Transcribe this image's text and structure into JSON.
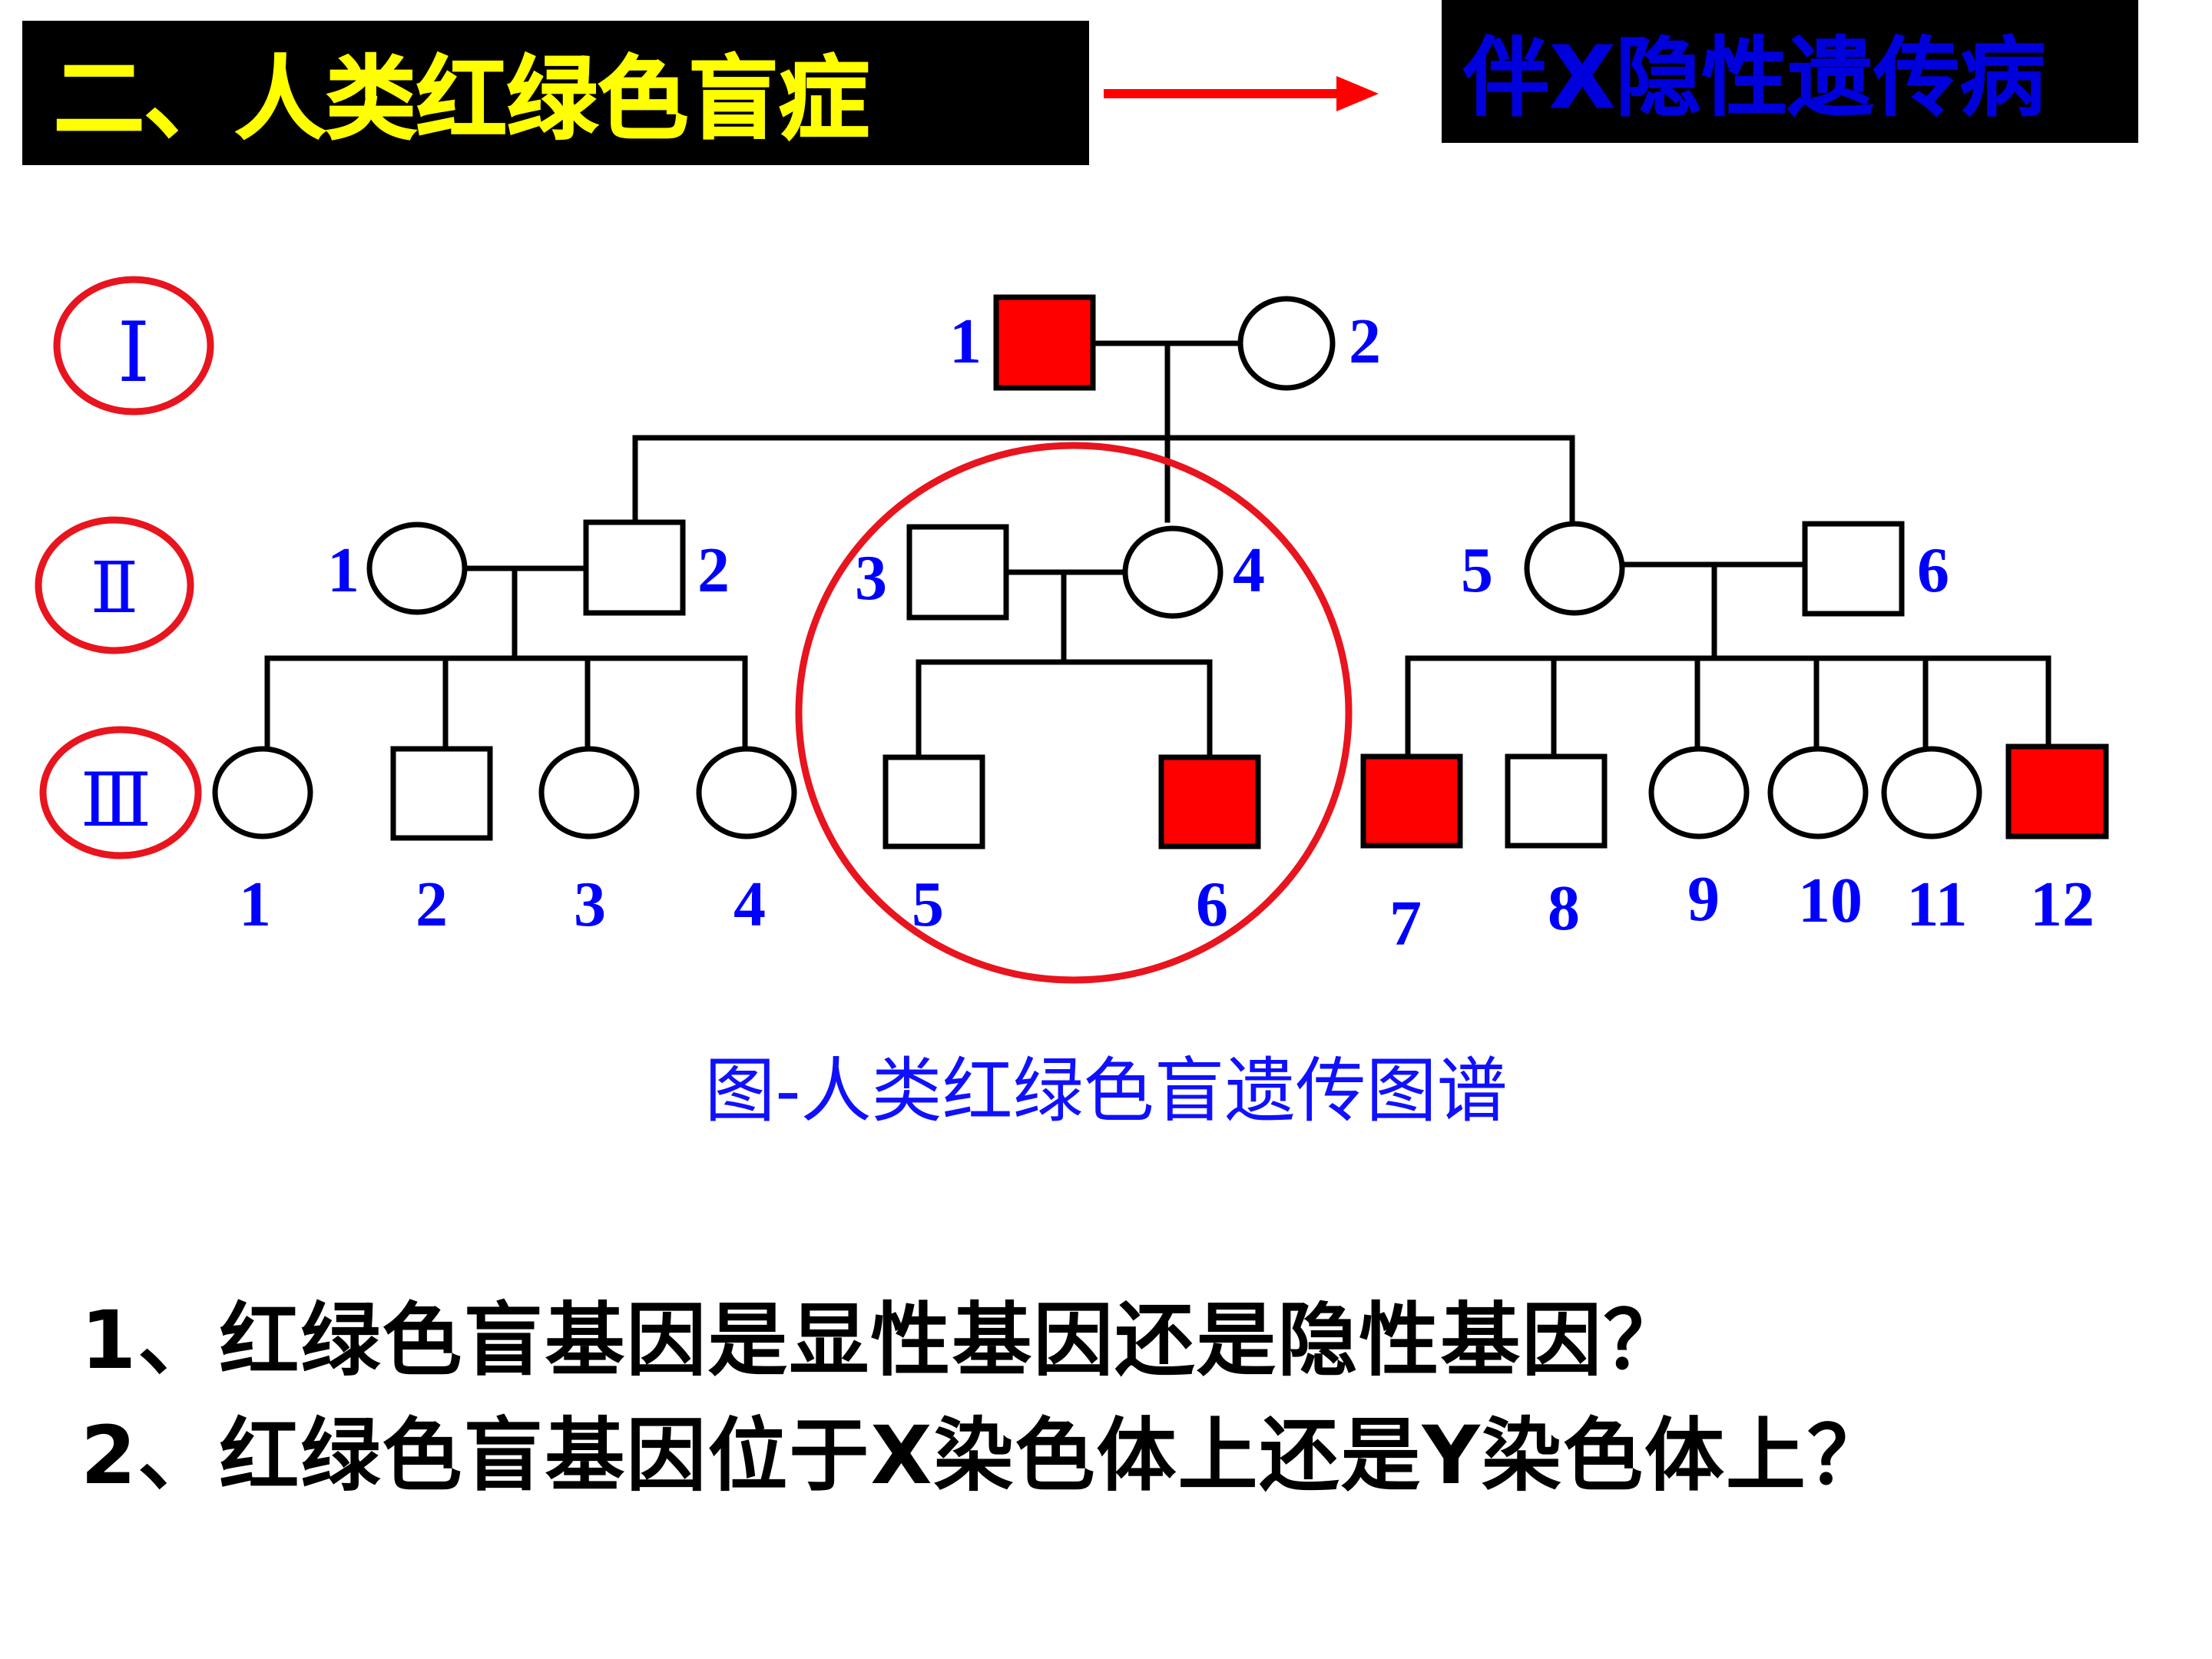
{
  "header": {
    "title": "二、人类红绿色盲症",
    "result": "伴X隐性遗传病"
  },
  "pedigree": {
    "generations": [
      {
        "label": "Ⅰ",
        "members": [
          {
            "number": "1",
            "sex": "male",
            "affected": true
          },
          {
            "number": "2",
            "sex": "female",
            "affected": false
          }
        ]
      },
      {
        "label": "Ⅱ",
        "members": [
          {
            "number": "1",
            "sex": "female",
            "affected": false
          },
          {
            "number": "2",
            "sex": "male",
            "affected": false
          },
          {
            "number": "3",
            "sex": "male",
            "affected": false
          },
          {
            "number": "4",
            "sex": "female",
            "affected": false
          },
          {
            "number": "5",
            "sex": "female",
            "affected": false
          },
          {
            "number": "6",
            "sex": "male",
            "affected": false
          }
        ]
      },
      {
        "label": "Ⅲ",
        "members": [
          {
            "number": "1",
            "sex": "female",
            "affected": false
          },
          {
            "number": "2",
            "sex": "male",
            "affected": false
          },
          {
            "number": "3",
            "sex": "female",
            "affected": false
          },
          {
            "number": "4",
            "sex": "female",
            "affected": false
          },
          {
            "number": "5",
            "sex": "male",
            "affected": false
          },
          {
            "number": "6",
            "sex": "male",
            "affected": true
          },
          {
            "number": "7",
            "sex": "male",
            "affected": true
          },
          {
            "number": "8",
            "sex": "male",
            "affected": false
          },
          {
            "number": "9",
            "sex": "female",
            "affected": false
          },
          {
            "number": "10",
            "sex": "female",
            "affected": false
          },
          {
            "number": "11",
            "sex": "female",
            "affected": false
          },
          {
            "number": "12",
            "sex": "male",
            "affected": true
          }
        ]
      }
    ],
    "caption": "图-人类红绿色盲遗传图谱"
  },
  "questions": [
    "1、红绿色盲基因是显性基因还是隐性基因？",
    "2、红绿色盲基因位于X染色体上还是Y染色体上？"
  ],
  "colors": {
    "affected": "#ff0000",
    "highlight": "#e8141e",
    "label_blue": "#0000ff",
    "title_yellow": "#ffff00",
    "title_bg": "#000000"
  }
}
